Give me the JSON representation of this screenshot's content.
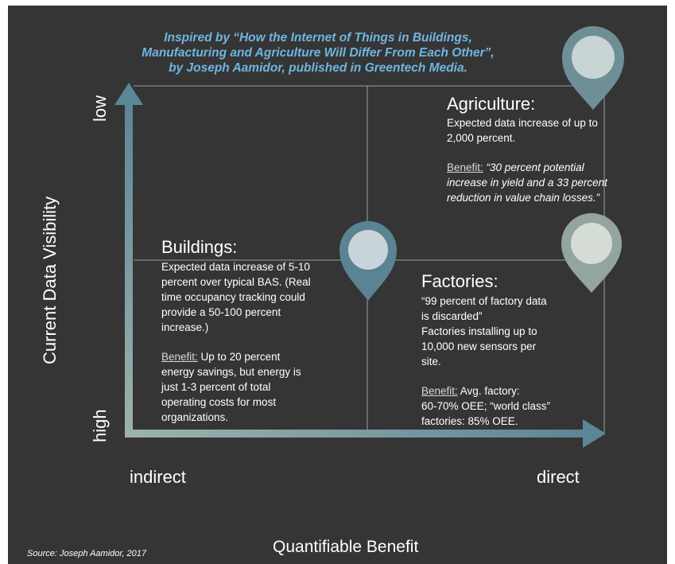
{
  "header": {
    "line1": "Inspired by “How the Internet of Things in Buildings,",
    "line2": "Manufacturing and Agriculture Will Differ From Each Other”,",
    "line3": "by Joseph Aamidor, published in Greentech Media."
  },
  "y_axis": {
    "label": "Current Data Visibility",
    "top_label": "low",
    "bottom_label": "high"
  },
  "x_axis": {
    "label": "Quantifiable Benefit",
    "left_label": "indirect",
    "right_label": "direct"
  },
  "source": "Source: Joseph Aamidor, 2017",
  "quadrants": {
    "agriculture": {
      "title": "Agriculture:",
      "desc_line1": "Expected data increase of up to",
      "desc_line2": "2,000 percent.",
      "benefit_label": "Benefit:",
      "benefit_line1": "“30 percent potential",
      "benefit_line2": "increase in yield and a 33 percent",
      "benefit_line3": "reduction in value chain losses.”"
    },
    "buildings": {
      "title": "Buildings:",
      "desc_line1": "Expected data increase of 5-10",
      "desc_line2": "percent over typical BAS. (Real",
      "desc_line3": "time occupancy tracking could",
      "desc_line4": "provide a 50-100 percent",
      "desc_line5": "increase.)",
      "benefit_label": "Benefit:",
      "benefit_line1": "Up to 20 percent",
      "benefit_line2": "energy savings, but energy is",
      "benefit_line3": "just 1-3 percent of total",
      "benefit_line4": "operating costs for most",
      "benefit_line5": "organizations."
    },
    "factories": {
      "title": "Factories:",
      "desc_line1": "“99 percent of factory data",
      "desc_line2": "is discarded”",
      "desc_line3": "Factories installing up to",
      "desc_line4": "10,000 new sensors per",
      "desc_line5": "site.",
      "benefit_label": "Benefit:",
      "benefit_line1": "Avg. factory:",
      "benefit_line2": "60-70% OEE; “world class”",
      "benefit_line3": "factories: 85% OEE."
    }
  },
  "colors": {
    "background": "#353535",
    "header_text": "#6fb6e0",
    "pin_agriculture": "#6f8f97",
    "pin_buildings": "#5a8394",
    "pin_factories": "#93a59e",
    "axis_start": "#5c8697",
    "axis_end": "#9fb2ac"
  },
  "icons": [
    "location-pin-icon",
    "arrow-up-icon",
    "arrow-right-icon"
  ]
}
